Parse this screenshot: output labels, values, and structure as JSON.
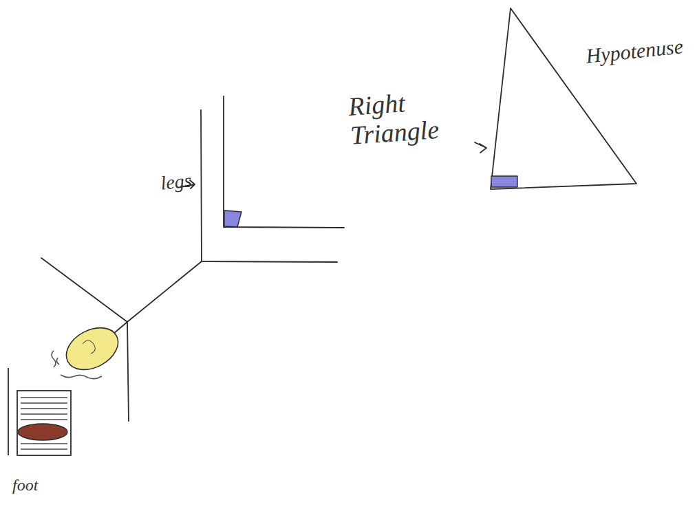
{
  "diagram": {
    "labels": [
      "Right Triangle",
      "Hypotenuse",
      "legs",
      "foot"
    ]
  }
}
